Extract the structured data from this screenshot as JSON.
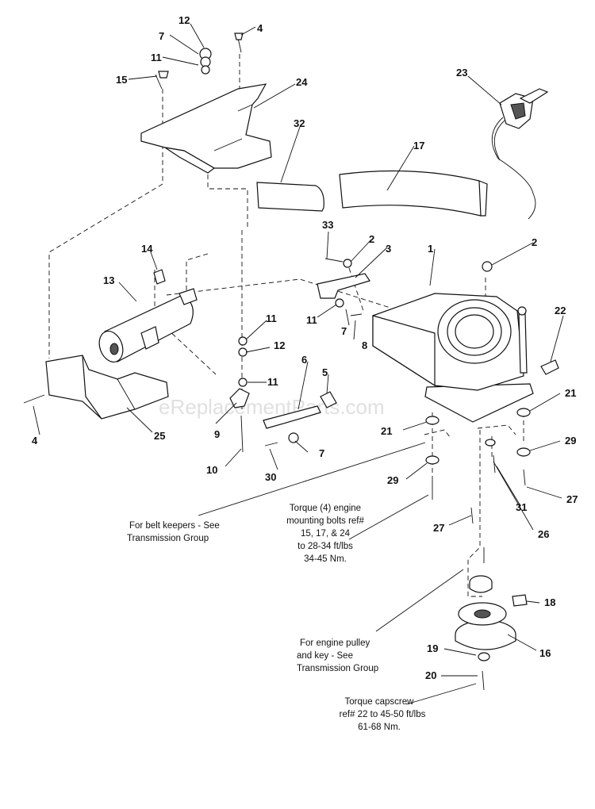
{
  "watermark": "eReplacementParts.com",
  "callouts": {
    "c1": "1",
    "c2a": "2",
    "c2b": "2",
    "c3": "3",
    "c4a": "4",
    "c4b": "4",
    "c5": "5",
    "c6": "6",
    "c7a": "7",
    "c7b": "7",
    "c7c": "7",
    "c8": "8",
    "c9": "9",
    "c10": "10",
    "c11a": "11",
    "c11b": "11",
    "c11c": "11",
    "c11d": "11",
    "c12a": "12",
    "c12b": "12",
    "c13": "13",
    "c14": "14",
    "c15": "15",
    "c16": "16",
    "c17": "17",
    "c18": "18",
    "c19": "19",
    "c20": "20",
    "c21a": "21",
    "c21b": "21",
    "c22": "22",
    "c23": "23",
    "c24": "24",
    "c25": "25",
    "c26": "26",
    "c27a": "27",
    "c27b": "27",
    "c29a": "29",
    "c29b": "29",
    "c30": "30",
    "c31": "31",
    "c32": "32",
    "c33": "33"
  },
  "notes": {
    "belt_keepers": [
      "For belt keepers - See",
      "Transmission Group"
    ],
    "torque_engine": [
      "Torque (4) engine",
      "mounting bolts ref#",
      "15, 17, & 24",
      "to 28-34 ft/lbs",
      "34-45 Nm."
    ],
    "engine_pulley": [
      "For engine pulley",
      "and key - See",
      "Transmission Group"
    ],
    "torque_capscrew": [
      "Torque capscrew",
      "ref# 22 to 45-50 ft/lbs",
      "61-68 Nm."
    ]
  }
}
